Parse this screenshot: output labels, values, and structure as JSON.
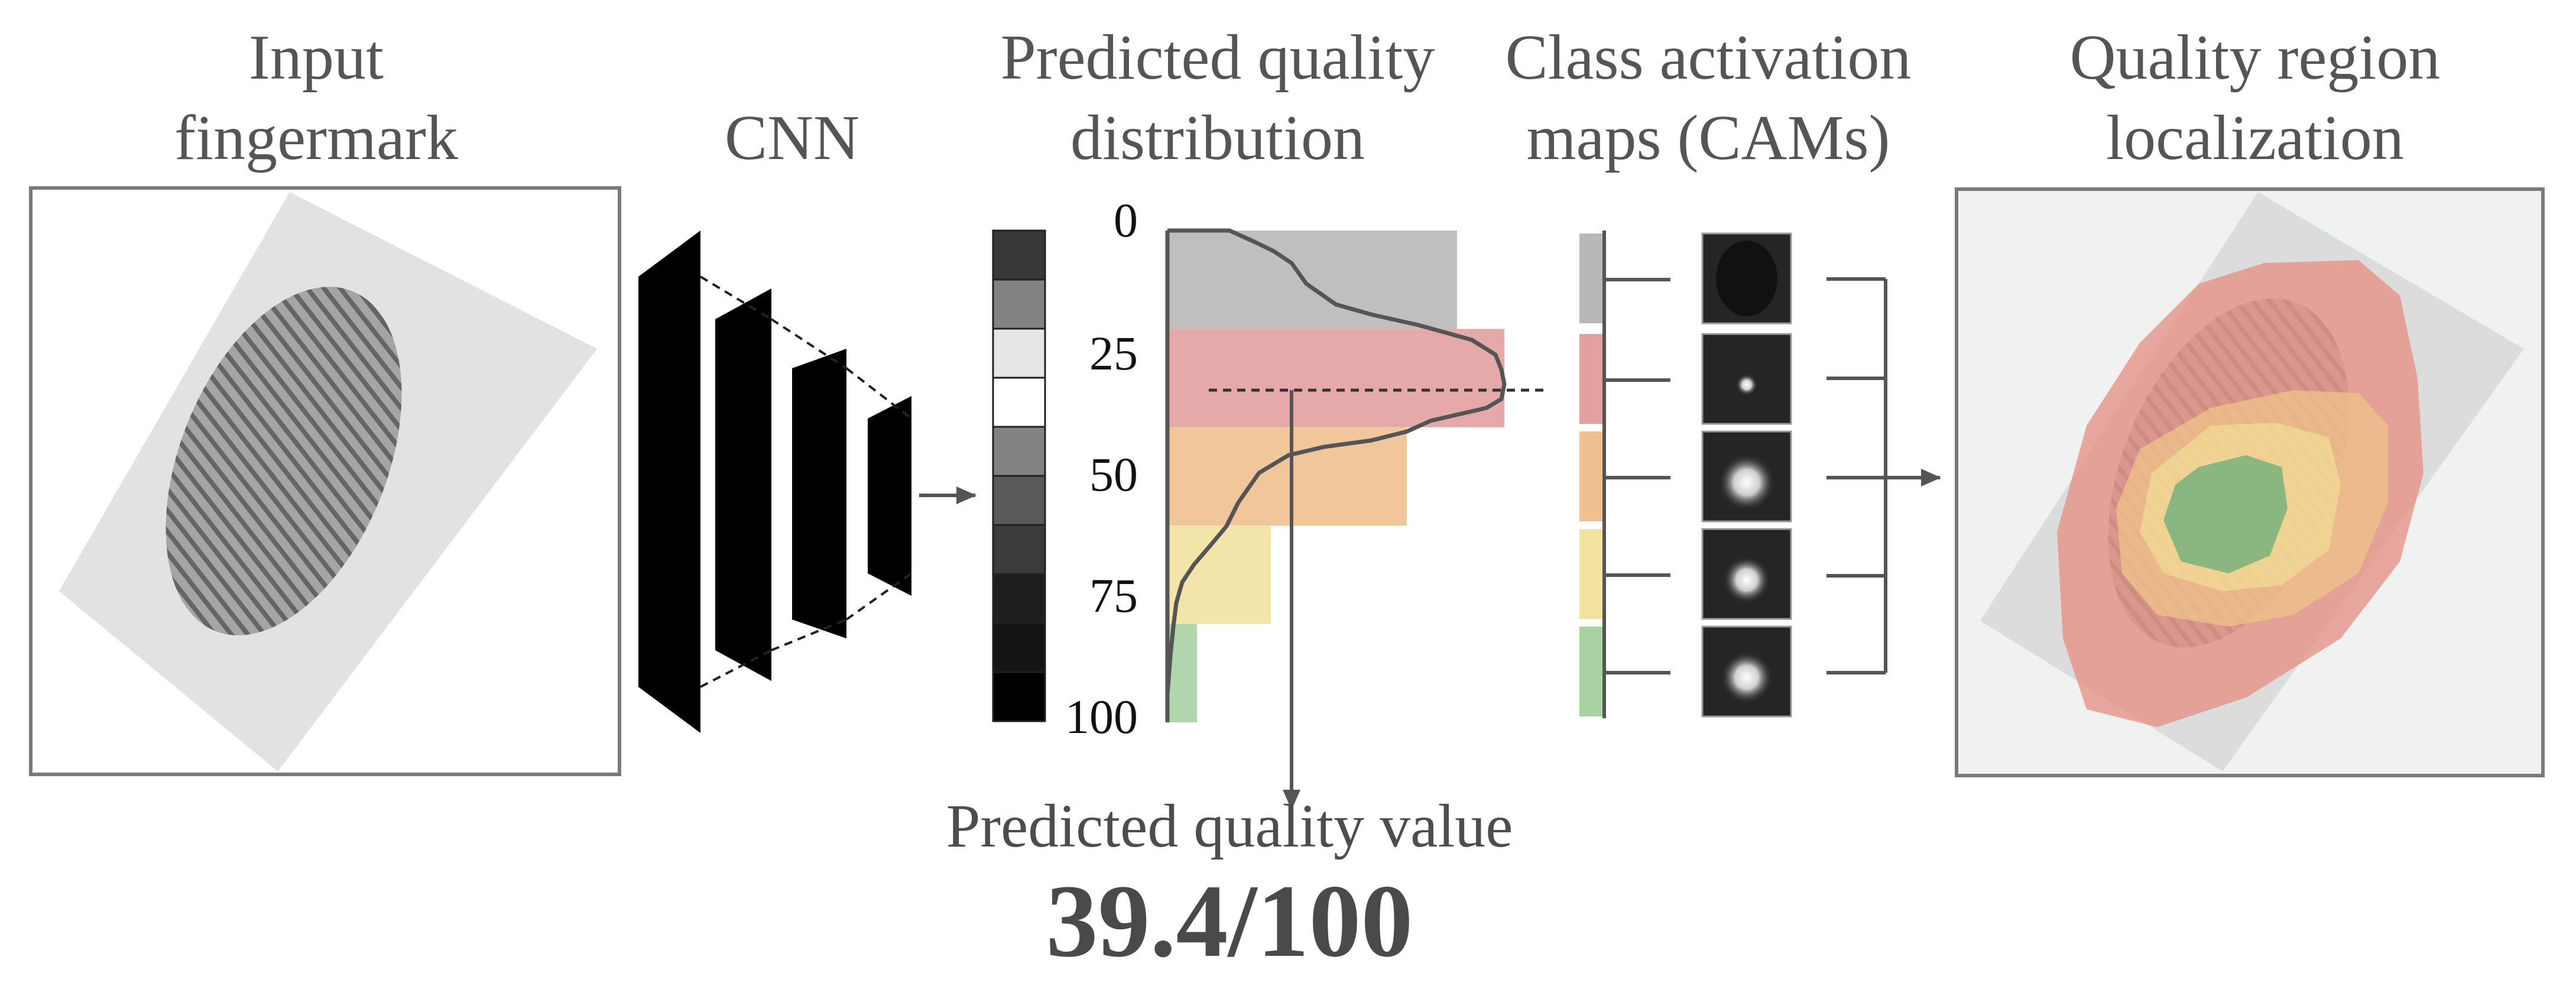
{
  "headings": {
    "input": "Input\nfingermark",
    "cnn": "CNN",
    "distribution": "Predicted quality\ndistribution",
    "cams": "Class activation\nmaps (CAMs)",
    "localization": "Quality region\nlocalization"
  },
  "distribution_ticks": [
    "0",
    "25",
    "50",
    "75",
    "100"
  ],
  "output": {
    "label": "Predicted quality value",
    "value": "39.4/100"
  },
  "quality_bands": [
    {
      "range": "0-20",
      "color": "#b8b8b8"
    },
    {
      "range": "20-40",
      "color": "#e3a0a0"
    },
    {
      "range": "40-60",
      "color": "#f0c090"
    },
    {
      "range": "60-80",
      "color": "#f2e2a0"
    },
    {
      "range": "80-100",
      "color": "#a9d1a4"
    }
  ],
  "class_grayscale": [
    "#383838",
    "#828282",
    "#e6e6e6",
    "#ffffff",
    "#828282",
    "#5a5a5a",
    "#3c3c3c",
    "#1e1e1e",
    "#141414",
    "#000000"
  ]
}
